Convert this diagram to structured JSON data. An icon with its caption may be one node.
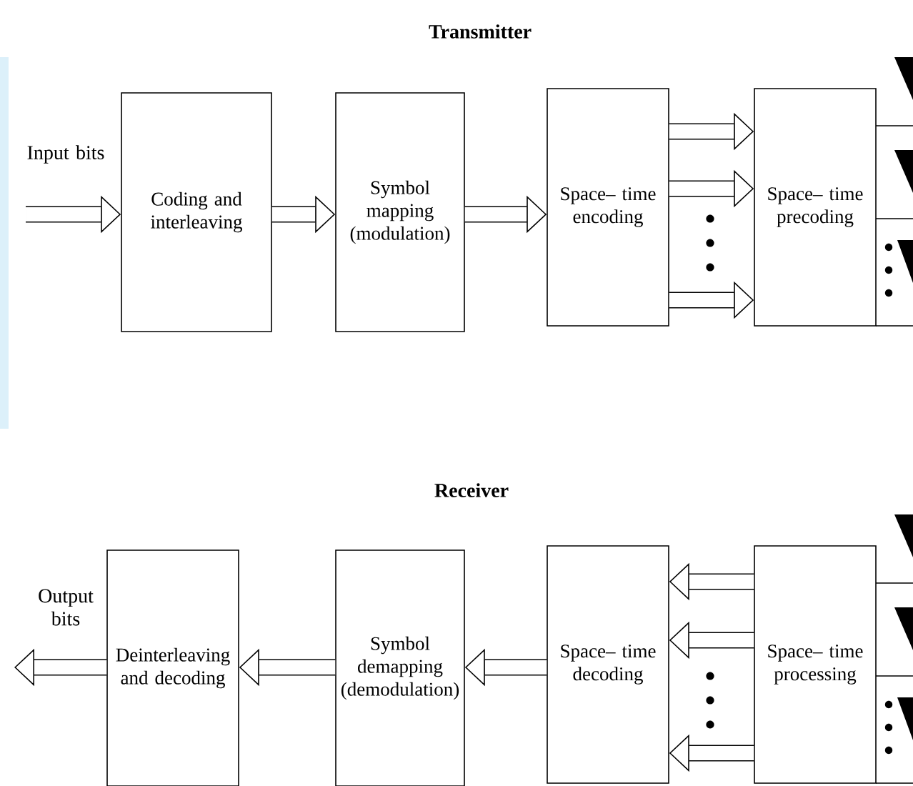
{
  "diagram": {
    "nodes": [
      {
        "text": [
          "Coding and interleaving"
        ]
      },
      {
        "text": [
          "Symbol mapping (modulation)"
        ]
      },
      {
        "text": [
          "Space– time encoding"
        ]
      },
      {
        "text": [
          "Space– time precoding"
        ]
      },
      {
        "text": [
          "Deinterleaving and decoding"
        ]
      },
      {
        "text": [
          "Symbol demapping (demodulation)"
        ]
      },
      {
        "text": [
          "Space– time decoding"
        ]
      },
      {
        "text": [
          "Space– time processing"
        ]
      }
    ],
    "edges": [
      {
        "from": null,
        "to": 0,
        "arrow": "to"
      },
      {
        "from": 0,
        "to": 1,
        "arrow": "to"
      },
      {
        "from": 1,
        "to": 2,
        "arrow": "to"
      },
      {
        "from": 2,
        "to": 3,
        "arrow": "to"
      },
      {
        "from": 2,
        "to": 3,
        "arrow": "to"
      },
      {
        "from": 2,
        "to": 3,
        "arrow": "to"
      },
      {
        "from": 7,
        "to": 6,
        "arrow": "to"
      },
      {
        "from": 7,
        "to": 6,
        "arrow": "to"
      },
      {
        "from": 7,
        "to": 6,
        "arrow": "to"
      },
      {
        "from": 6,
        "to": 5,
        "arrow": "to"
      },
      {
        "from": 5,
        "to": 4,
        "arrow": "to"
      },
      {
        "from": 4,
        "to": null,
        "arrow": "to"
      }
    ],
    "labels": [
      "Transmitter",
      "Input bits",
      "Receiver",
      "Output bits"
    ]
  }
}
